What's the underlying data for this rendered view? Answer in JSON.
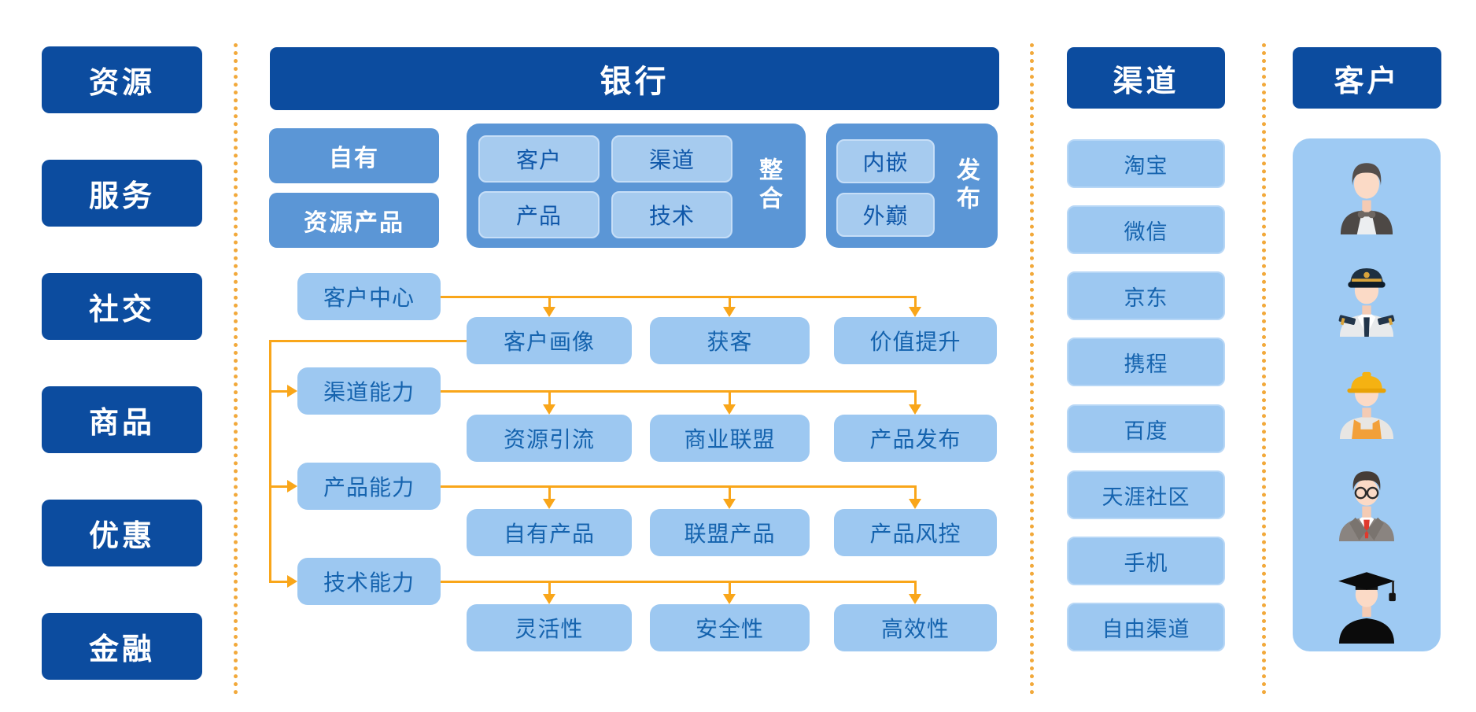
{
  "left_column": {
    "items": [
      "资源",
      "服务",
      "社交",
      "商品",
      "优惠",
      "金融"
    ]
  },
  "bank": {
    "title": "银行",
    "resource_boxes": [
      "自有",
      "资源产品"
    ],
    "integration_group": {
      "label": "整合",
      "items": [
        "客户",
        "渠道",
        "产品",
        "技术"
      ]
    },
    "release_group": {
      "label": "发布",
      "items": [
        "内嵌",
        "外巅"
      ]
    },
    "flow": [
      {
        "source": "客户中心",
        "targets": [
          "客户画像",
          "获客",
          "价值提升"
        ]
      },
      {
        "source": "渠道能力",
        "targets": [
          "资源引流",
          "商业联盟",
          "产品发布"
        ]
      },
      {
        "source": "产品能力",
        "targets": [
          "自有产品",
          "联盟产品",
          "产品风控"
        ]
      },
      {
        "source": "技术能力",
        "targets": [
          "灵活性",
          "安全性",
          "高效性"
        ]
      }
    ]
  },
  "channel_column": {
    "title": "渠道",
    "items": [
      "淘宝",
      "微信",
      "京东",
      "携程",
      "百度",
      "天涯社区",
      "手机",
      "自由渠道"
    ]
  },
  "customer_column": {
    "title": "客户",
    "personas": [
      "waiter",
      "pilot",
      "worker",
      "businessman",
      "graduate"
    ]
  },
  "colors": {
    "dark_blue": "#0C4C9F",
    "medium_blue": "#5B96D6",
    "light_blue": "#9DC8F1",
    "accent_orange": "#F9A61A",
    "divider_orange": "#F2A93B",
    "text_blue": "#1563AE"
  }
}
